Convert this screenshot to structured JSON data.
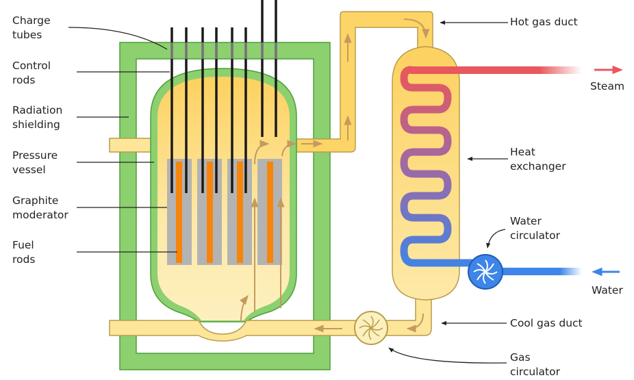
{
  "labels": {
    "charge_tubes": "Charge\ntubes",
    "control_rods": "Control\nrods",
    "radiation_shielding": "Radiation\nshielding",
    "pressure_vessel": "Pressure\nvessel",
    "graphite_moderator": "Graphite\nmoderator",
    "fuel_rods": "Fuel\nrods",
    "hot_gas_duct": "Hot gas duct",
    "steam": "Steam",
    "heat_exchanger": "Heat\nexchanger",
    "water_circulator": "Water\ncirculator",
    "water": "Water",
    "cool_gas_duct": "Cool gas duct",
    "gas_circulator": "Gas\ncirculator"
  },
  "colors": {
    "shielding": "#8cd070",
    "shielding_stroke": "#4f9d3a",
    "gas": "#fde59a",
    "gas_stroke": "#b89c4c",
    "graphite": "#b3b3b3",
    "fuel": "#f7850b",
    "rod": "#1a1a1a",
    "steam": "#e8585c",
    "water": "#3d85e8",
    "arrow": "#c49a5e"
  }
}
